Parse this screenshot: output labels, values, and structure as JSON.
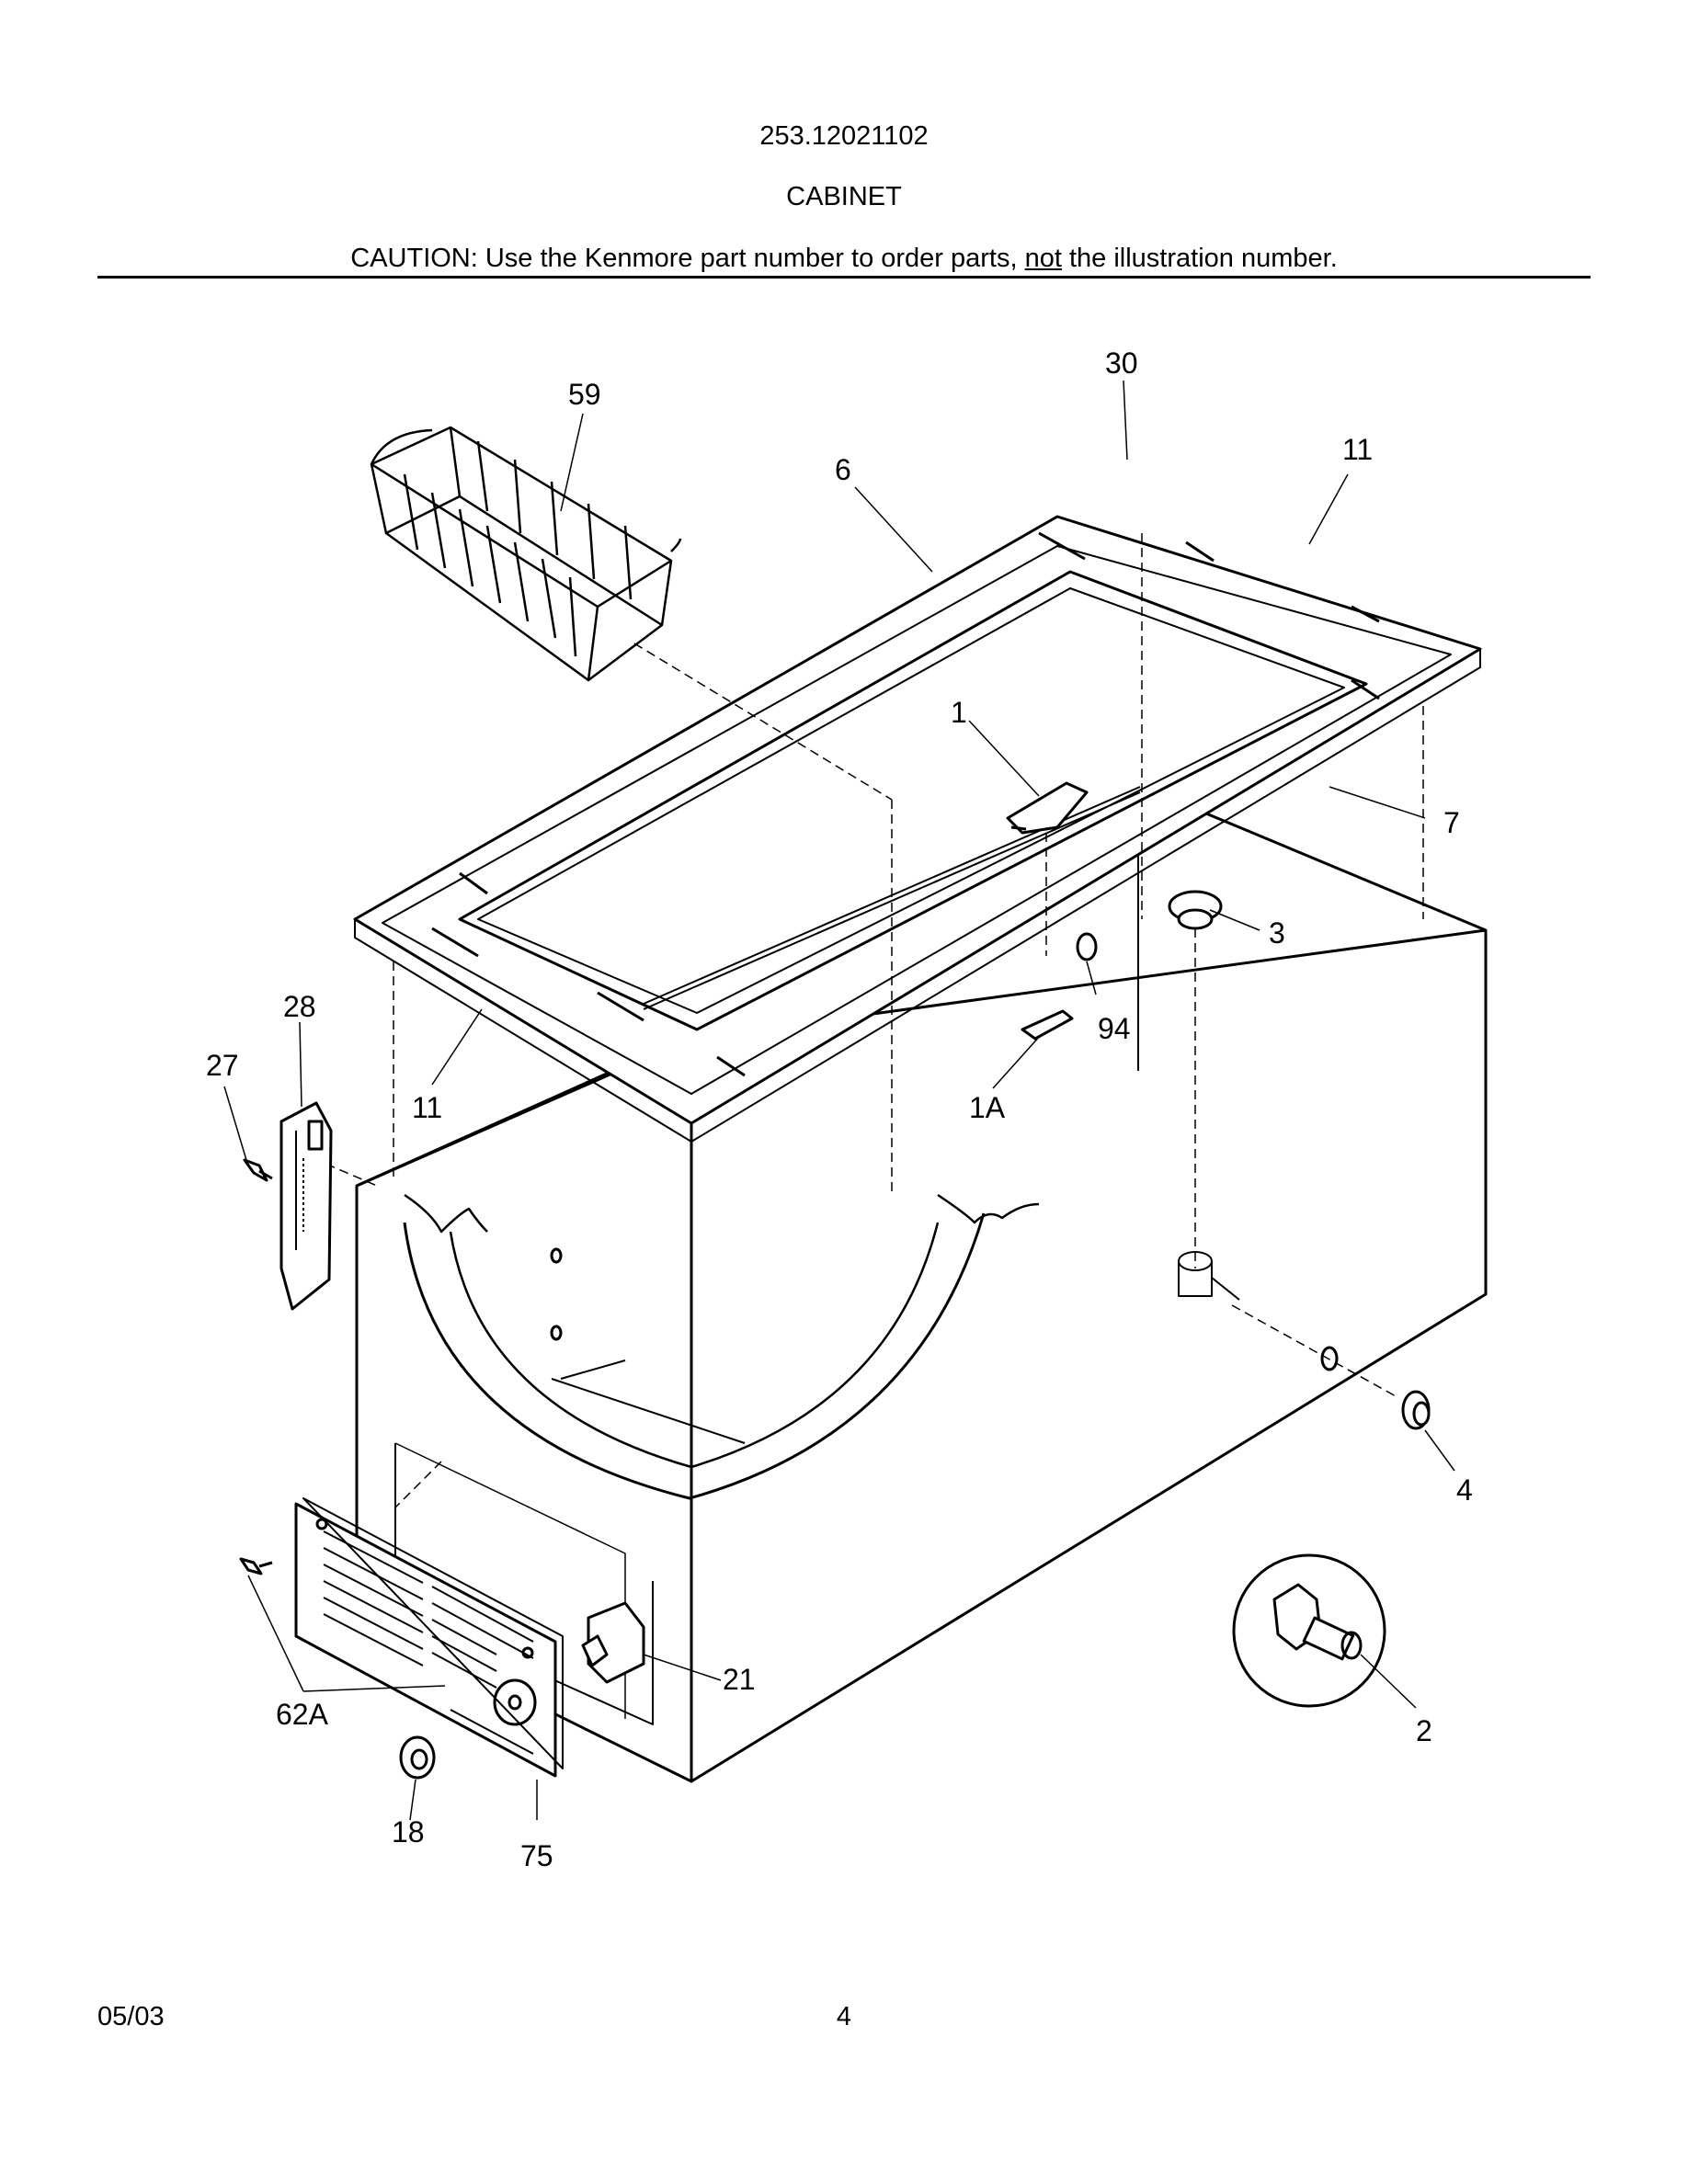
{
  "header": {
    "model_number": "253.12021102",
    "section_title": "CABINET",
    "caution_prefix": "CAUTION: Use the Kenmore part number to order parts, ",
    "caution_underlined": "not",
    "caution_suffix": " the illustration number."
  },
  "callouts": {
    "c59": "59",
    "c30": "30",
    "c6": "6",
    "c11_top": "11",
    "c1": "1",
    "c7": "7",
    "c3": "3",
    "c28": "28",
    "c94": "94",
    "c27": "27",
    "c11_left": "11",
    "c1A": "1A",
    "c4": "4",
    "c21": "21",
    "c2": "2",
    "c62A": "62A",
    "c18": "18",
    "c75": "75"
  },
  "footer": {
    "date": "05/03",
    "page_number": "4"
  }
}
